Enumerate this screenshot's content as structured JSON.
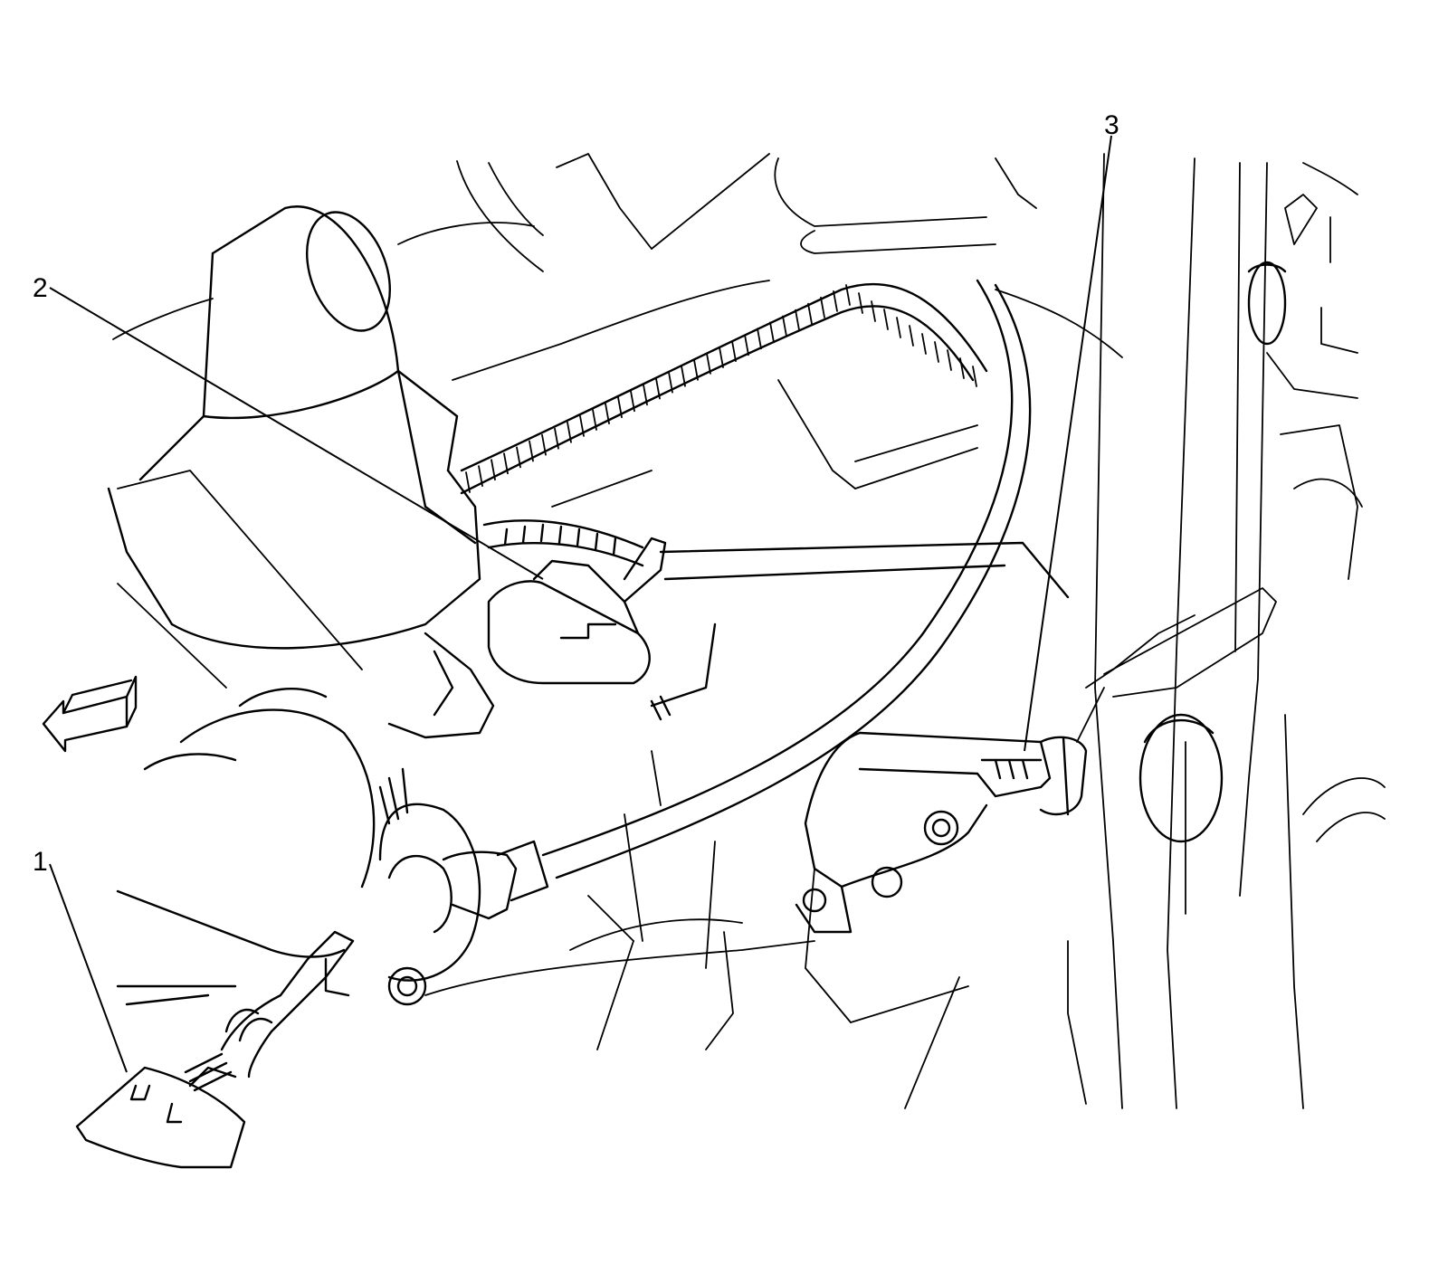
{
  "callouts": [
    {
      "id": "1",
      "label": "1"
    },
    {
      "id": "2",
      "label": "2"
    },
    {
      "id": "3",
      "label": "3"
    }
  ],
  "direction_arrow": {
    "icon": "forward-direction-arrow-icon",
    "points": "left"
  },
  "colors": {
    "line": "#000000",
    "background": "#ffffff"
  }
}
